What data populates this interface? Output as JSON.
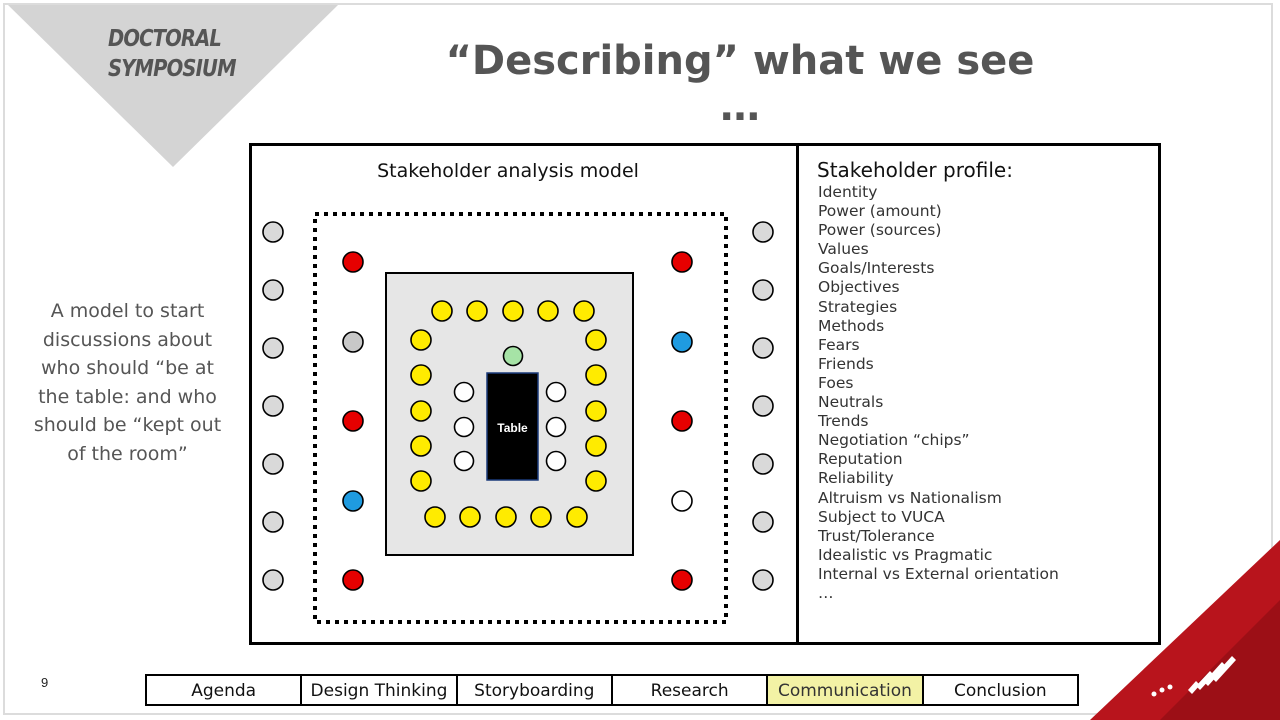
{
  "logo": {
    "line1": "DOCTORAL",
    "line2": "SYMPOSIUM"
  },
  "slide": {
    "title": "“Describing” what we see …",
    "page_number": "9"
  },
  "side_note": "A model to start discussions about who should “be at the table: and who should be “kept out of the room”",
  "model": {
    "title": "Stakeholder analysis model",
    "table_label": "Table",
    "colors": {
      "outer": "#d9d9d9",
      "red": "#e60000",
      "blue": "#1f9be0",
      "gray": "#c8c8c8",
      "yellow": "#ffeb00",
      "green": "#a6e3a6",
      "white": "#ffffff",
      "inner_area": "#e6e6e6",
      "table": "#000000"
    }
  },
  "profile": {
    "title": "Stakeholder profile:",
    "items": [
      "Identity",
      "Power (amount)",
      "Power (sources)",
      "Values",
      "Goals/Interests",
      "Objectives",
      "Strategies",
      "Methods",
      "Fears",
      "Friends",
      "Foes",
      "Neutrals",
      "Trends",
      "Negotiation “chips”",
      "Reputation",
      "Reliability",
      "Altruism vs Nationalism",
      "Subject to VUCA",
      "Trust/Tolerance",
      "Idealistic vs Pragmatic",
      "Internal vs External orientation",
      "…"
    ]
  },
  "nav": {
    "tabs": [
      {
        "label": "Agenda",
        "active": false
      },
      {
        "label": "Design Thinking",
        "active": false
      },
      {
        "label": "Storyboarding",
        "active": false
      },
      {
        "label": "Research",
        "active": false
      },
      {
        "label": "Communication",
        "active": true
      },
      {
        "label": "Conclusion",
        "active": false
      }
    ],
    "active_color": "#f3f2a5"
  },
  "brand": {
    "color": "#b8141c"
  }
}
